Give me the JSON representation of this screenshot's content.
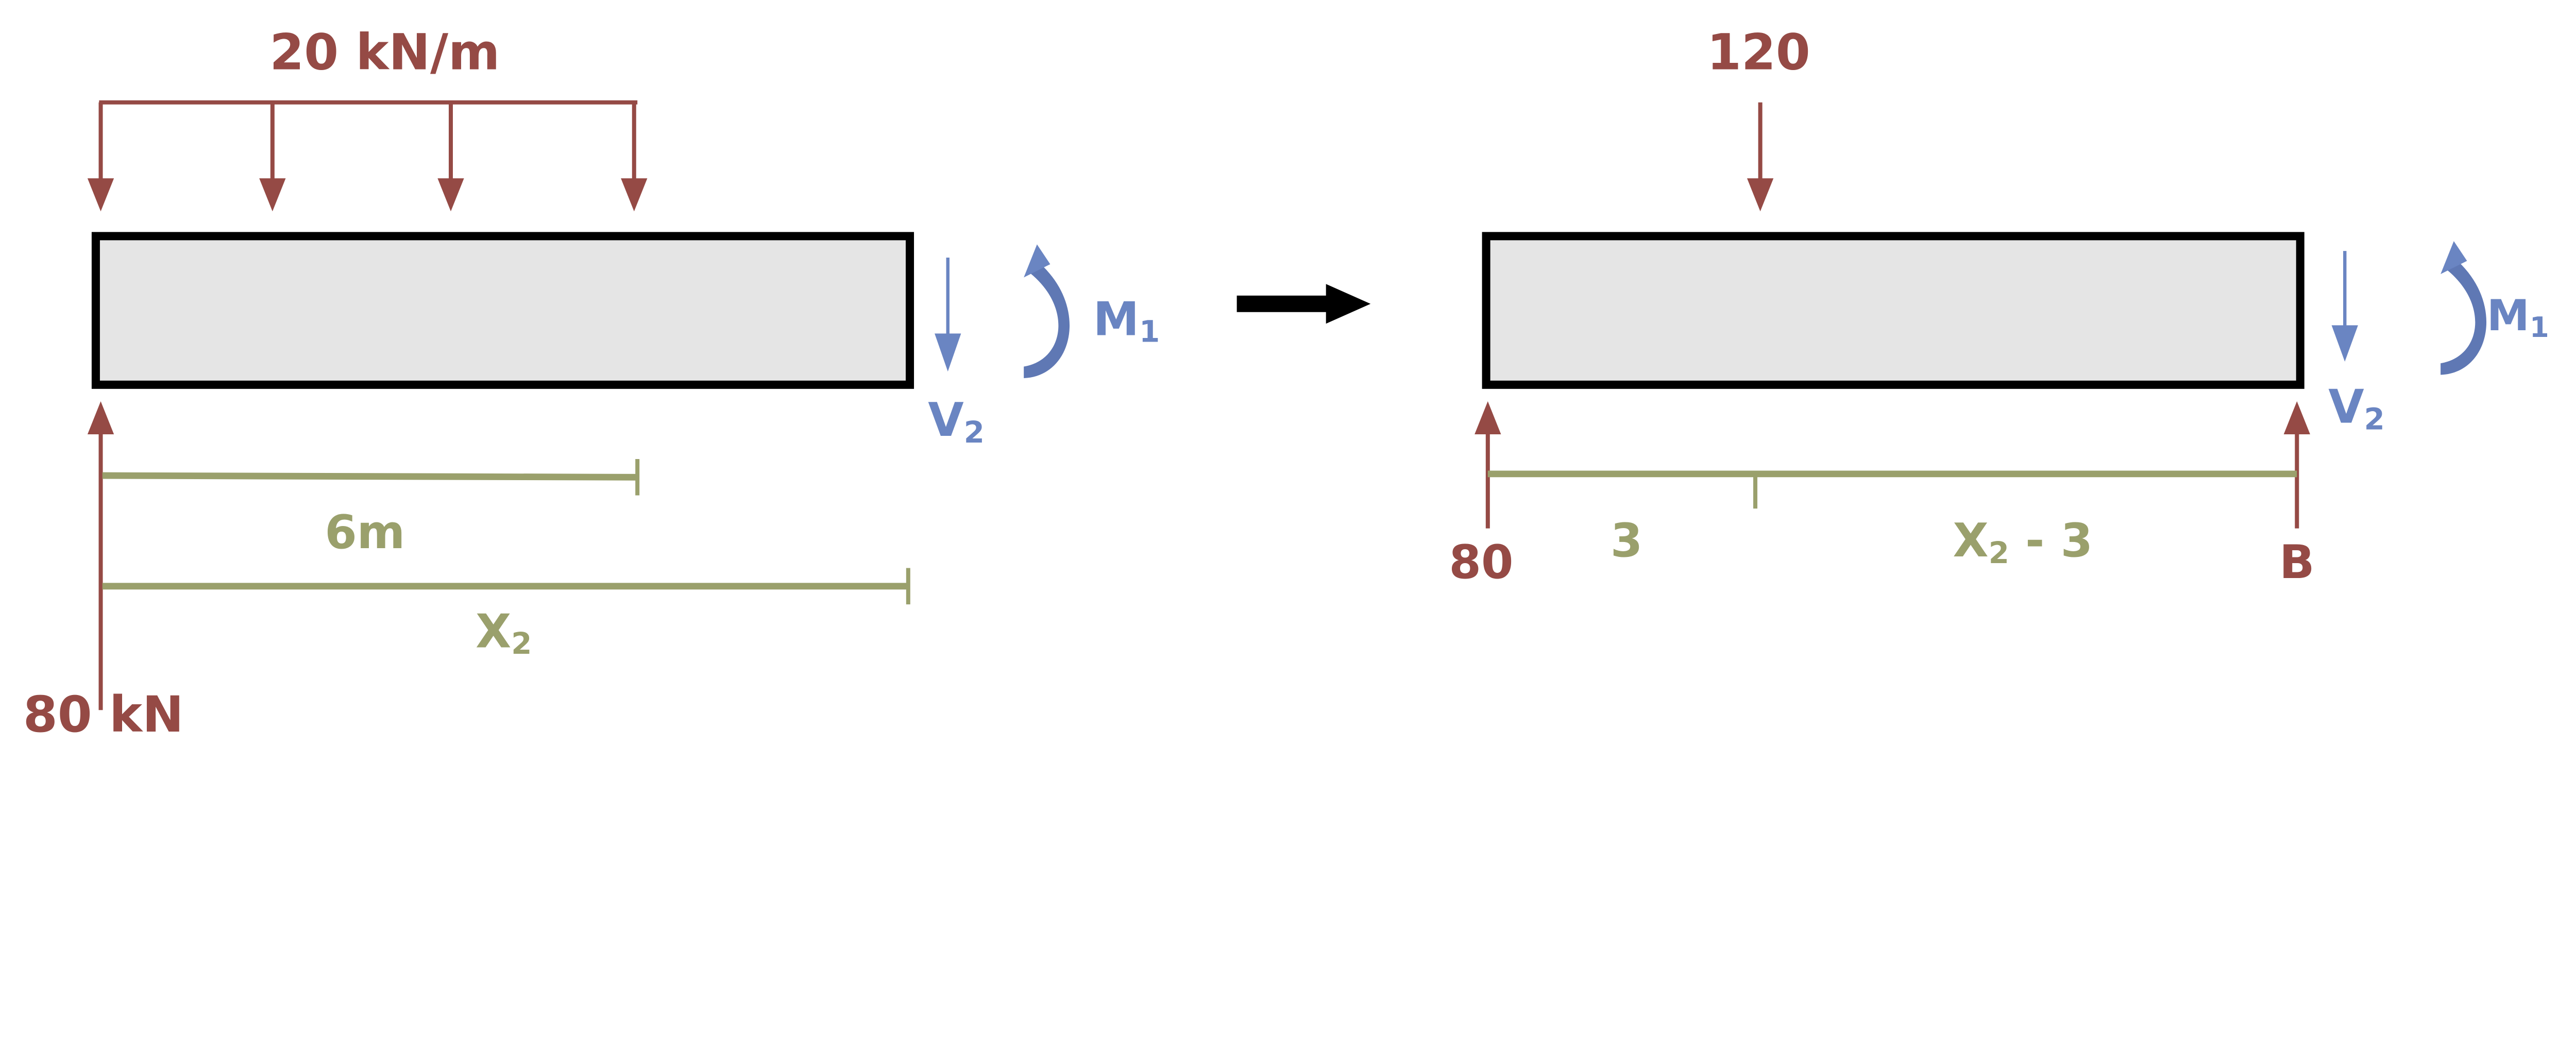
{
  "colors": {
    "load": "#954a45",
    "internal": "#6a85c2",
    "dimension": "#9aa06c",
    "beam_fill": "#e5e5e5",
    "outline": "#000000"
  },
  "left": {
    "distributed_load": "20 kN/m",
    "reaction": "80 kN",
    "shear": {
      "main": "V",
      "sub": "2"
    },
    "moment": {
      "main": "M",
      "sub": "1"
    },
    "dim_6m": "6m",
    "dim_x": {
      "main": "X",
      "sub": "2"
    }
  },
  "transition_arrow": "arrow-right-icon",
  "right": {
    "point_load": "120",
    "reaction_a": "80",
    "reaction_b": "B",
    "shear": {
      "main": "V",
      "sub": "2"
    },
    "moment": {
      "main": "M",
      "sub": "1"
    },
    "dim_3": "3",
    "dim_rest": {
      "main": "X",
      "sub": "2",
      "suffix": " - 3"
    }
  }
}
